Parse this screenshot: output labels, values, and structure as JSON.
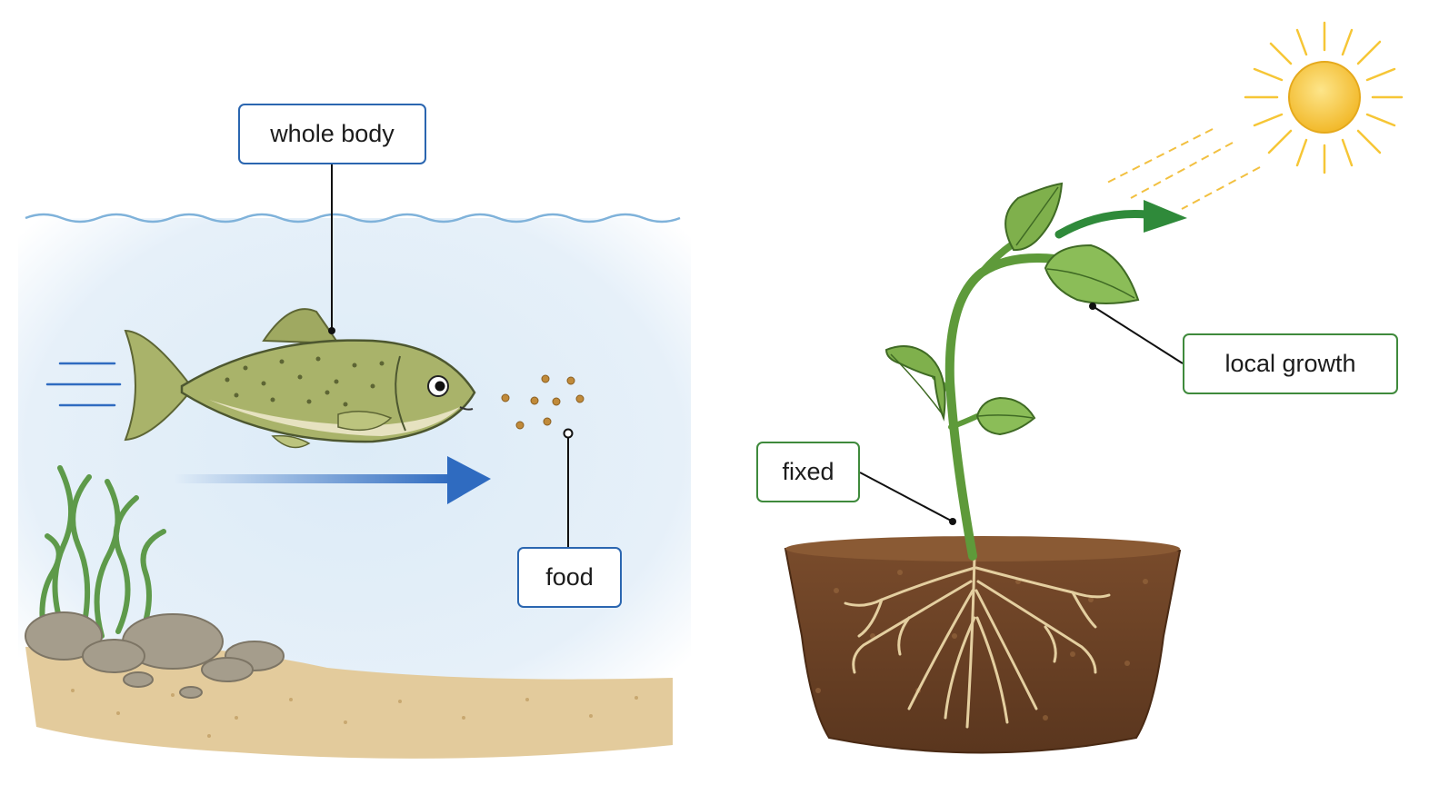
{
  "panels": {
    "animal": {
      "labels": {
        "whole_body": "whole body",
        "food": "food"
      }
    },
    "plant": {
      "labels": {
        "fixed": "fixed",
        "local_growth": "local growth"
      }
    }
  },
  "colors": {
    "water": "#dcebf7",
    "water_line": "#7fb2da",
    "animal_label_border": "#2b66b0",
    "plant_label_border": "#3f8a3c",
    "movement_arrow": "#2f6bc0",
    "growth_arrow": "#2f8a3a",
    "sun": "#f6c636",
    "soil": "#6b4226",
    "sand": "#e3cb9c",
    "fish_body": "#a9b36a",
    "leaf": "#7fb04c",
    "food_pellet": "#c08a3a"
  },
  "icons": [
    "fish-icon",
    "seaweed-icon",
    "rock-icon",
    "food-pellet-icon",
    "plant-icon",
    "sun-icon",
    "root-icon"
  ]
}
